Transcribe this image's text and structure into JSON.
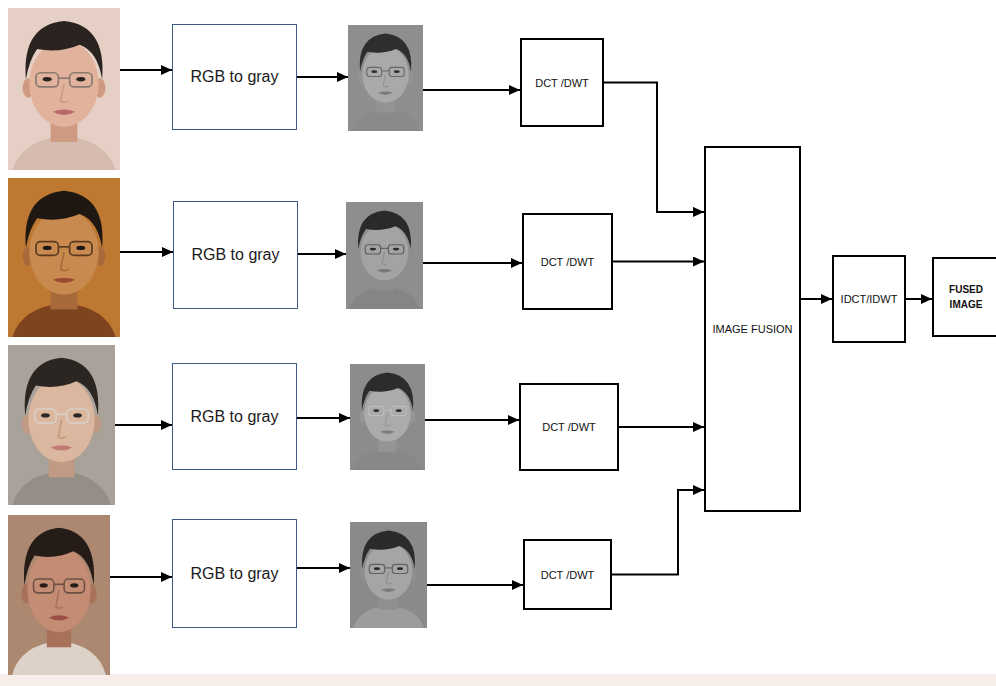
{
  "diagram": {
    "nodes": [
      {
        "text": [
          "RGB to gray"
        ]
      },
      {
        "text": [
          "DCT /DWT"
        ]
      },
      {
        "text": [
          "RGB to gray"
        ]
      },
      {
        "text": [
          "DCT /DWT"
        ]
      },
      {
        "text": [
          "RGB to gray"
        ]
      },
      {
        "text": [
          "DCT /DWT"
        ]
      },
      {
        "text": [
          "RGB to gray"
        ]
      },
      {
        "text": [
          "DCT /DWT"
        ]
      },
      {
        "text": [
          "IMAGE FUSION"
        ]
      },
      {
        "text": [
          "IDCT/IDWT"
        ]
      },
      {
        "text": [
          "FUSED IMAGE"
        ]
      }
    ],
    "edges": [
      {
        "from": 1,
        "to": 8,
        "arrow": "to"
      },
      {
        "from": 3,
        "to": 8,
        "arrow": "to"
      },
      {
        "from": 5,
        "to": 8,
        "arrow": "to"
      },
      {
        "from": 7,
        "to": 8,
        "arrow": "to"
      },
      {
        "from": 8,
        "to": 9,
        "arrow": "to"
      },
      {
        "from": 9,
        "to": 10,
        "arrow": "to"
      }
    ]
  }
}
